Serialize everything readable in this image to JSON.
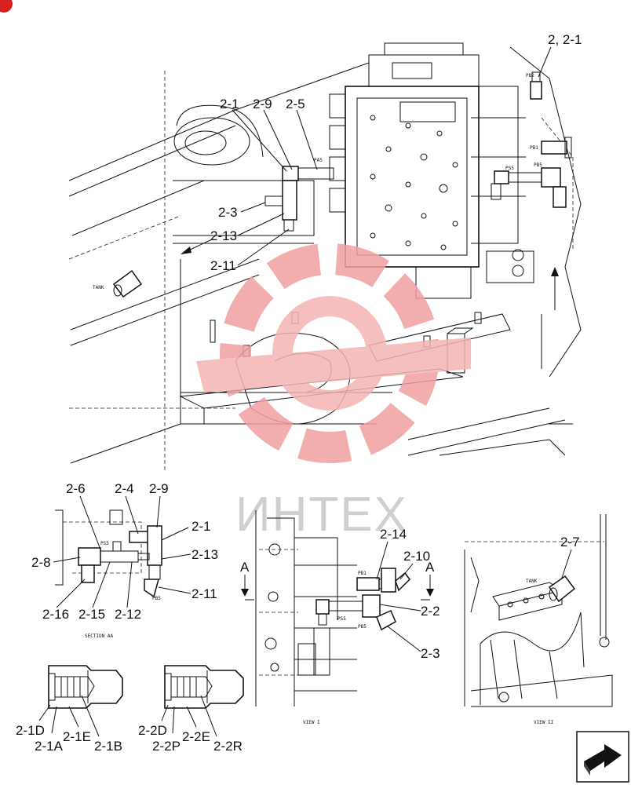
{
  "watermark": {
    "text": "ИНТЕХ",
    "gear_color": "#f0a0a0",
    "text_color": "#cfcfcf"
  },
  "corner_badge_color": "#d92020",
  "callouts": {
    "c_2_2_1": "2, 2-1",
    "c_2_1": "2-1",
    "c_2_9": "2-9",
    "c_2_5": "2-5",
    "c_2_3": "2-3",
    "c_2_13": "2-13",
    "c_2_11": "2-11",
    "s_2_6": "2-6",
    "s_2_4": "2-4",
    "s_2_9": "2-9",
    "s_2_1": "2-1",
    "s_2_8": "2-8",
    "s_2_13": "2-13",
    "s_2_11": "2-11",
    "s_2_16": "2-16",
    "s_2_15": "2-15",
    "s_2_12": "2-12",
    "v_2_14": "2-14",
    "v_2_10": "2-10",
    "v_a_left": "A",
    "v_a_right": "A",
    "v_2_2": "2-2",
    "v_2_3": "2-3",
    "t_2_7": "2-7",
    "d_2_1d": "2-1D",
    "d_2_1a": "2-1A",
    "d_2_1e": "2-1E",
    "d_2_1b": "2-1B",
    "d_2_2d": "2-2D",
    "d_2_2p": "2-2P",
    "d_2_2e": "2-2E",
    "d_2_2r": "2-2R"
  },
  "small_labels": {
    "pa5": "PA5",
    "pb2": "PB2",
    "pb1": "PB1",
    "ps5": "PS5",
    "pb5": "PB5",
    "tank_main": "TANK",
    "section_ps5": "PS5",
    "section_pb5": "PB5",
    "section_title": "SECTION AA",
    "view1_pb1": "PB1",
    "view1_ps5": "PS5",
    "view1_pb5": "PB5",
    "view1_title": "VIEW I",
    "view2_tank": "TANK",
    "view2_title": "VIEW II"
  }
}
